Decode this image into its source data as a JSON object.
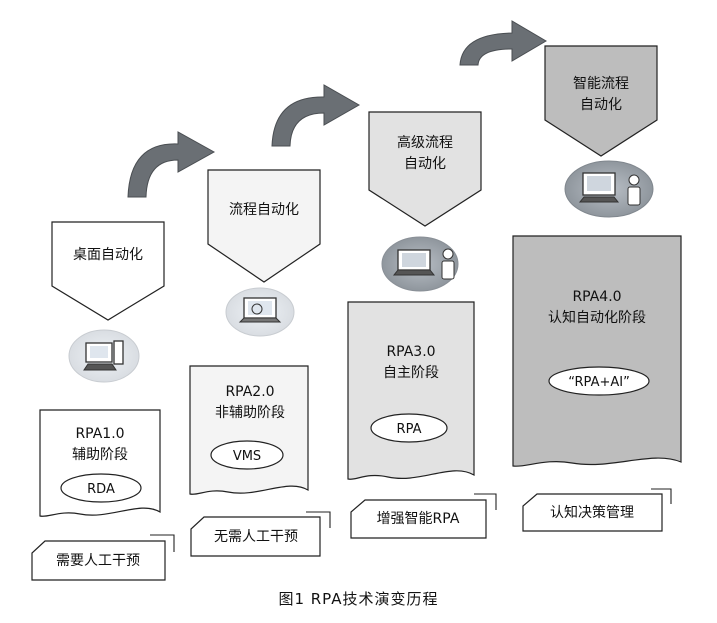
{
  "stages": [
    {
      "id": "1",
      "header": [
        "桌面自动化"
      ],
      "version": "RPA1.0",
      "phase": "辅助阶段",
      "oval_label": "RDA",
      "bottom_label": "需要人工干预",
      "icon": "desktop-computer-icon"
    },
    {
      "id": "2",
      "header": [
        "流程自动化"
      ],
      "version": "RPA2.0",
      "phase": "非辅助阶段",
      "oval_label": "VMS",
      "bottom_label": "无需人工干预",
      "icon": "laptop-globe-icon"
    },
    {
      "id": "3",
      "header": [
        "高级流程",
        "自动化"
      ],
      "version": "RPA3.0",
      "phase": "自主阶段",
      "oval_label": "RPA",
      "bottom_label": "增强智能RPA",
      "icon": "laptop-person-icon"
    },
    {
      "id": "4",
      "header": [
        "智能流程",
        "自动化"
      ],
      "version": "RPA4.0",
      "phase": "认知自动化阶段",
      "oval_label": "“RPA+AI”",
      "bottom_label": "认知决策管理",
      "icon": "computer-person-icon"
    }
  ],
  "caption": "图1    RPA技术演变历程",
  "colors": {
    "stage1_fill": "#ffffff",
    "stage2_fill": "#f4f4f4",
    "stage3_fill": "#e2e2e2",
    "stage4_fill": "#bdbdbd",
    "arrow_fill": "#6a6f74",
    "stroke": "#222222"
  }
}
